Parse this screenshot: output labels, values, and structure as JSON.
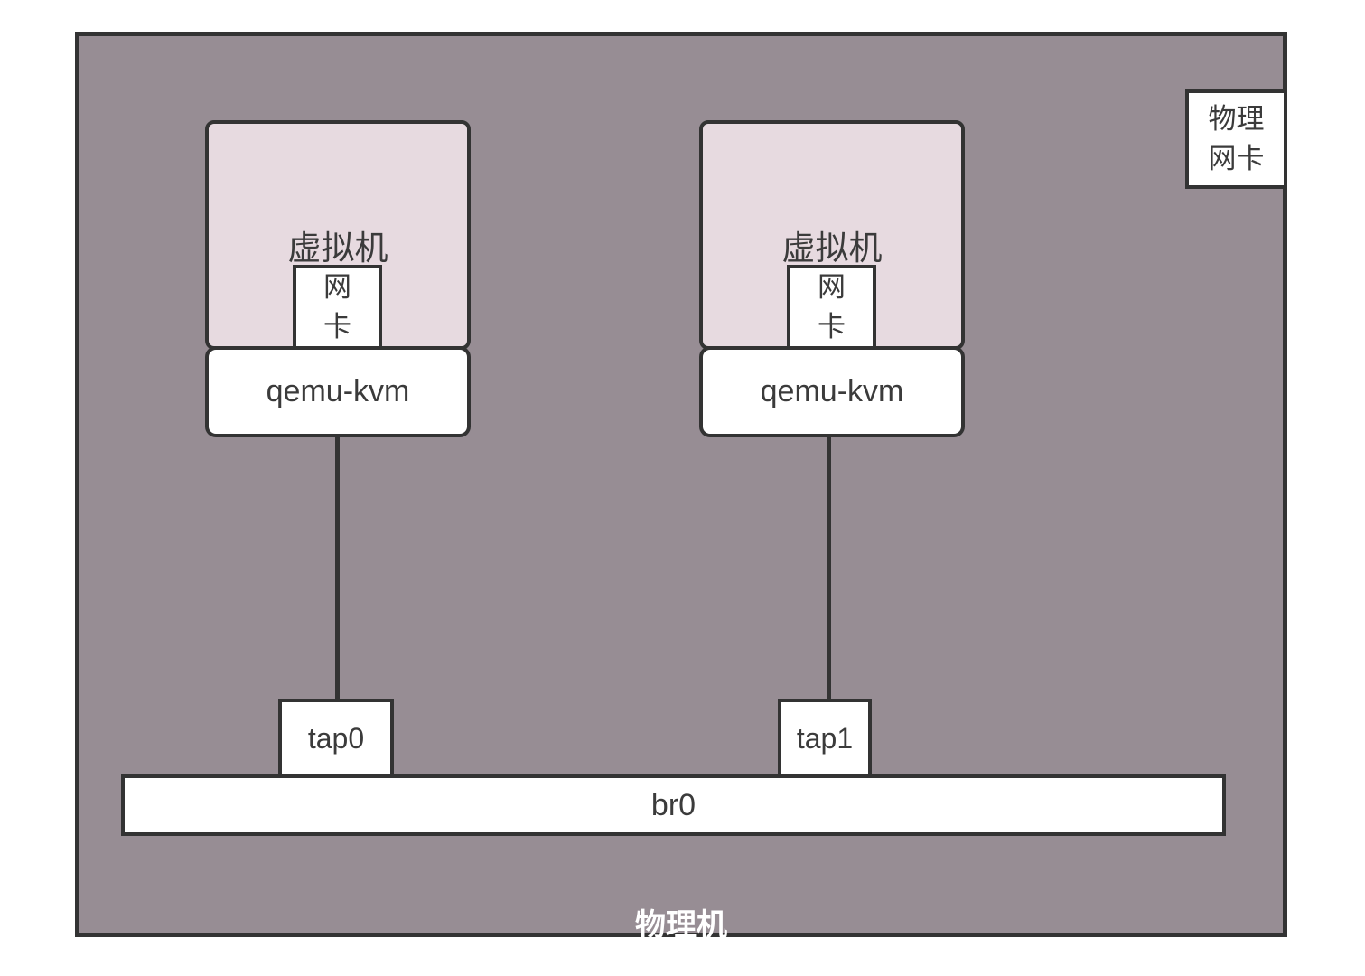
{
  "colors": {
    "host_fill": "#978d94",
    "vm_fill": "#e7dae0",
    "border": "#333333",
    "box_fill": "#ffffff",
    "text_dark": "#3b3b3b",
    "host_label": "#ffffff"
  },
  "host": {
    "label": "物理机",
    "physical_nic": {
      "line1": "物理",
      "line2": "网卡"
    },
    "bridge": {
      "label": "br0"
    }
  },
  "vms": [
    {
      "label": "虚拟机",
      "nic": {
        "line1": "网",
        "line2": "卡"
      },
      "hypervisor": "qemu-kvm",
      "tap": "tap0"
    },
    {
      "label": "虚拟机",
      "nic": {
        "line1": "网",
        "line2": "卡"
      },
      "hypervisor": "qemu-kvm",
      "tap": "tap1"
    }
  ]
}
